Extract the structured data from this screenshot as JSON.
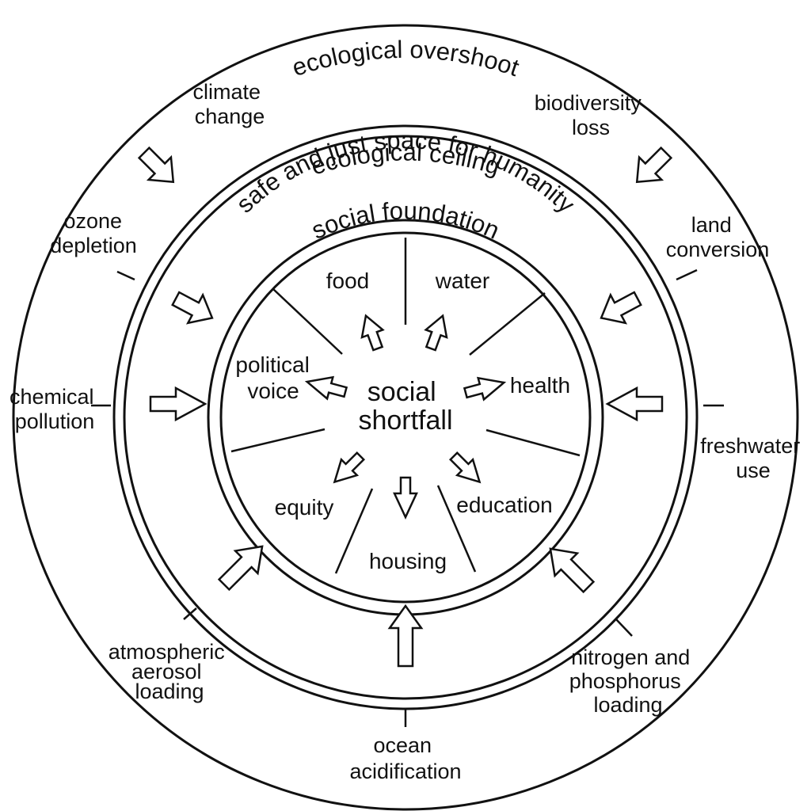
{
  "rings": {
    "ecological_overshoot": "ecological overshoot",
    "ecological_ceiling": "ecological ceiling",
    "safe_space": "safe and just space for humanity",
    "social_foundation": "social foundation"
  },
  "center": {
    "line1": "social",
    "line2": "shortfall"
  },
  "ecological_labels": {
    "climate_change": [
      "climate",
      "change"
    ],
    "biodiversity_loss": [
      "biodiversity",
      "loss"
    ],
    "ozone_depletion": [
      "ozone",
      "depletion"
    ],
    "land_conversion": [
      "land",
      "conversion"
    ],
    "chemical_pollution": [
      "chemical",
      "pollution"
    ],
    "freshwater_use": [
      "freshwater",
      "use"
    ],
    "atmospheric_aerosol_loading": [
      "atmospheric",
      "aerosol",
      "loading"
    ],
    "nitrogen_phosphorus_loading": [
      "nitrogen and",
      "phosphorus",
      "loading"
    ],
    "ocean_acidification": [
      "ocean",
      "acidification"
    ]
  },
  "social_labels": {
    "food": "food",
    "water": "water",
    "political_voice": [
      "political",
      "voice"
    ],
    "health": "health",
    "equity": "equity",
    "education": "education",
    "housing": "housing"
  }
}
